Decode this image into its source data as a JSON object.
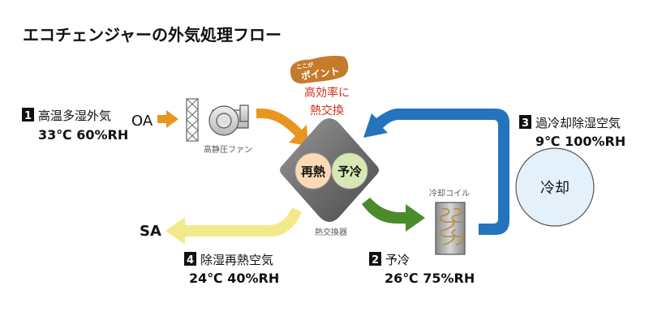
{
  "title": "エコチェンジャーの外気処理フロー",
  "point_badge": {
    "small": "ここが",
    "big": "ポイント"
  },
  "point_text": {
    "line1": "高効率に",
    "line2": "熱交換"
  },
  "steps": [
    {
      "num": "1",
      "label": "高温多湿外気",
      "cond": "33℃ 60%RH"
    },
    {
      "num": "2",
      "label": "予冷",
      "cond": "26℃ 75%RH"
    },
    {
      "num": "3",
      "label": "過冷却除湿空気",
      "cond": "9℃ 100%RH"
    },
    {
      "num": "4",
      "label": "除湿再熱空気",
      "cond": "24℃ 40%RH"
    }
  ],
  "oa_label": "OA",
  "sa_label": "SA",
  "fan_label": "高静圧ファン",
  "exchanger": {
    "reheat": "再熱",
    "precool": "予冷",
    "label": "熱交換器"
  },
  "coil_label": "冷却コイル",
  "cooling_label": "冷却",
  "colors": {
    "orange": "#e8961e",
    "yellow": "#f2e98a",
    "green": "#4a8c2a",
    "blue": "#2474bd",
    "red_text": "#d42a1e",
    "badge": "#c57a2c",
    "reheat_circle": "#fbd9b5",
    "precool_circle": "#d8e8b4",
    "cool_circle": "#e4f1fb"
  }
}
